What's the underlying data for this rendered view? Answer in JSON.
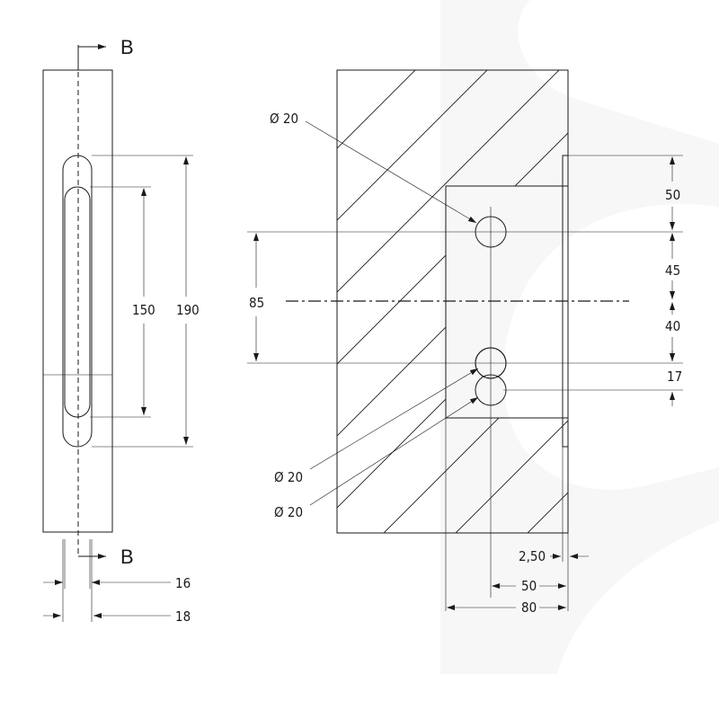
{
  "drawing": {
    "section_label_top": "B",
    "section_label_bottom": "B",
    "left_view": {
      "dim_inner_length": "150",
      "dim_outer_length": "190",
      "dim_width_inner": "16",
      "dim_width_outer": "18"
    },
    "right_view": {
      "dim_hole_spacing": "85",
      "dim_50": "50",
      "dim_45": "45",
      "dim_40": "40",
      "dim_17": "17",
      "dim_2_50": "2,50",
      "dim_50_bottom": "50",
      "dim_80": "80",
      "diameter_top": "Ø 20",
      "diameter_mid": "Ø 20",
      "diameter_bot": "Ø 20"
    }
  },
  "colors": {
    "line": "#1a1a1a",
    "watermark": "#f2f2f2"
  }
}
